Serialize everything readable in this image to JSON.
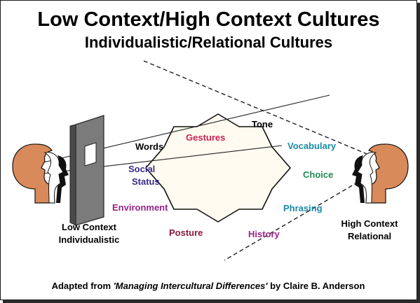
{
  "title": "Low Context/High Context Cultures",
  "subtitle": "Individualistic/Relational Cultures",
  "left_label": [
    "Low Context",
    "Individualistic"
  ],
  "right_label": [
    "High Context",
    "Relational"
  ],
  "factors": {
    "words": "Words",
    "gestures": "Gestures",
    "tone": "Tone",
    "vocabulary": "Vocabulary",
    "social": "Social",
    "status": "Status",
    "choice": "Choice",
    "environment": "Environment",
    "phrasing": "Phrasing",
    "posture": "Posture",
    "history": "History"
  },
  "credit": {
    "prefix": "Adapted from ",
    "source": "'Managing Intercultural Differences'",
    "suffix": " by Claire B. Anderson"
  },
  "colors": {
    "words": "#000000",
    "gestures": "#cc2255",
    "tone": "#000000",
    "vocabulary": "#1a8aa8",
    "social": "#3a2a8a",
    "choice": "#1f8a55",
    "environment": "#992288",
    "phrasing": "#1a8aa8",
    "posture": "#8a1a3a",
    "history": "#992288",
    "head_skin": "#d98a5a"
  }
}
